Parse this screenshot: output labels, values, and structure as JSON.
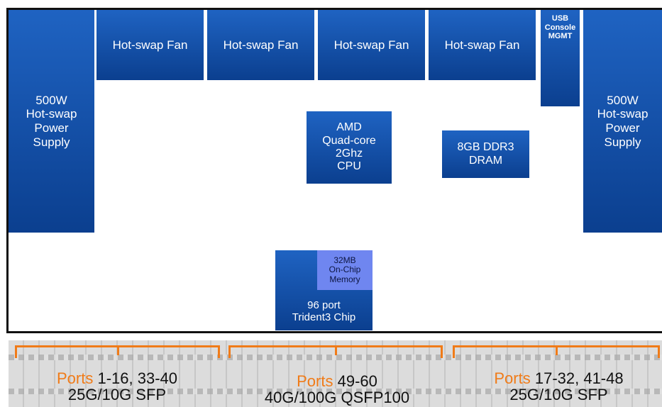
{
  "diagram": {
    "psu_left": "500W\nHot-swap\nPower\nSupply",
    "psu_right": "500W\nHot-swap\nPower\nSupply",
    "fans": [
      "Hot-swap Fan",
      "Hot-swap Fan",
      "Hot-swap Fan",
      "Hot-swap Fan"
    ],
    "usb": "USB\nConsole\nMGMT",
    "cpu": "AMD\nQuad-core\n2Ghz\nCPU",
    "memory": "8GB DDR3\nDRAM",
    "on_chip_memory": "32MB\nOn-Chip\nMemory",
    "switch_chip": "96 port\nTrident3 Chip",
    "ports": [
      {
        "word": "Ports",
        "range": " 1-16, 33-40",
        "type": "25G/10G SFP"
      },
      {
        "word": "Ports",
        "range": " 49-60",
        "type": "40G/100G QSFP100"
      },
      {
        "word": "Ports",
        "range": " 17-32, 41-48",
        "type": "25G/10G SFP"
      }
    ],
    "colors": {
      "block_blue": "#0b3f8f",
      "on_chip_blue": "#6f86f0",
      "port_accent": "#f07b18"
    }
  }
}
